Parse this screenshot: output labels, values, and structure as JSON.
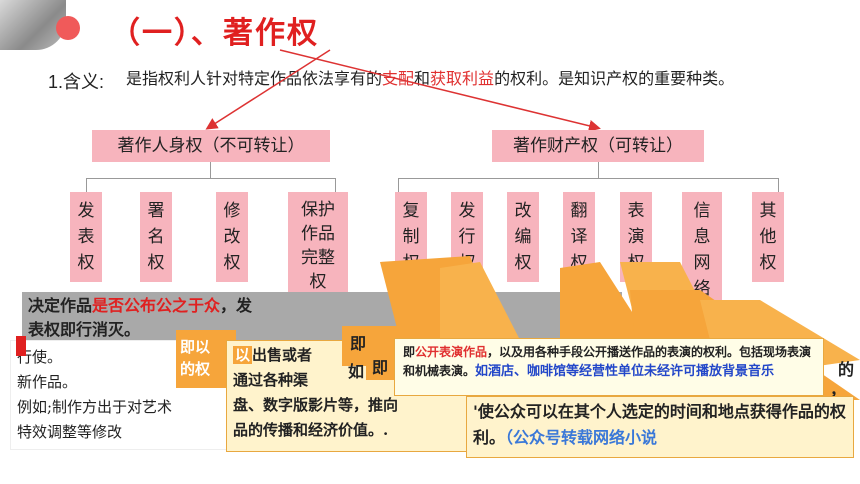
{
  "title": "（一）、著作权",
  "definition": {
    "label": "1.含义:",
    "pre": "是指权利人针对特定作品依法享有的",
    "hl1": "支配",
    "mid": "和",
    "hl2": "获取利益",
    "post": "的权利。是知识产权的重要种类。"
  },
  "categories": {
    "personal": "著作人身权（不可转让）",
    "property": "著作财产权（可转让）"
  },
  "personal_rights": [
    "发\n表\n权",
    "署\n名\n权",
    "修\n改\n权",
    "保护\n作品\n完整\n权"
  ],
  "property_rights": [
    "复\n制\n权",
    "发\n行\n权",
    "改\n编\n权",
    "翻\n译\n权",
    "表\n演\n权",
    "信\n息\n网\n络",
    "其\n他\n权"
  ],
  "publication_note": {
    "pre": "决定作品",
    "hl": "是否公布公之于众",
    "post": "，发",
    "line2": "表权即行消灭。",
    "tail": "表，"
  },
  "left_panel": {
    "line1": "行使。",
    "line2": "新作品。",
    "line3": "例如;制作方出于对艺术",
    "line4": "特效调整等修改"
  },
  "orange_text": "即以\n的权",
  "sale_note": {
    "head": "以",
    "line1": "出售或者",
    "line2": "通过各种渠",
    "line3": "盘、数字版影片等，推向",
    "line4": "品的传播和经济价值。."
  },
  "perform_note": {
    "pre": "即",
    "hl": "公开表演作品",
    "mid": "，以及用各种手段公开播送作品的表演的权利。包括现场表演和机械表演。",
    "blue": "如酒店、咖啡馆等经营性单位未经许可播放背景音乐"
  },
  "network_note": {
    "text": "'使公众可以在其个人选定的时间和地点获得作品的权利。",
    "blue": "（公众号转载网络小说"
  },
  "fragments": {
    "ji1": "即",
    "ru": "如",
    "ji2": "即",
    "comma": "，",
    "de": "的",
    "ke": "权"
  }
}
